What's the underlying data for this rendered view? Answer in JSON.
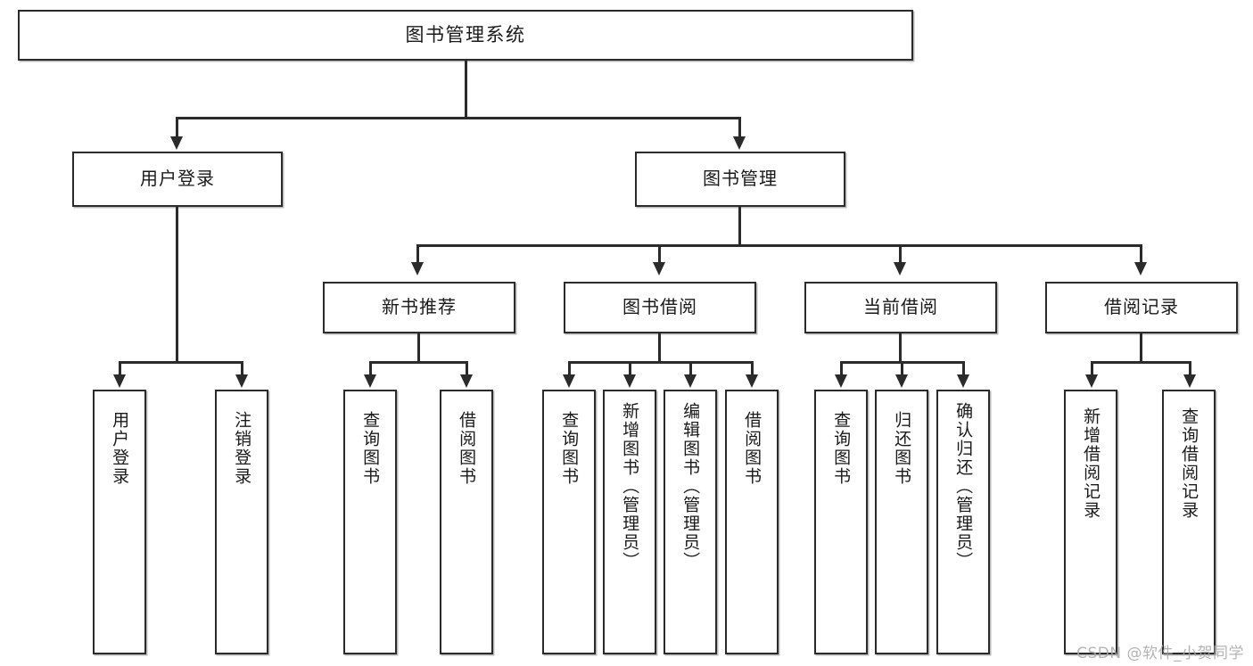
{
  "diagram": {
    "title": "图书管理系统",
    "watermark": "CSDN @软件_小贺同学",
    "root": {
      "id": "root",
      "label": "图书管理系统"
    },
    "level2": [
      {
        "id": "user-login",
        "label": "用户登录"
      },
      {
        "id": "book-manage",
        "label": "图书管理"
      }
    ],
    "level3": [
      {
        "id": "new-book-recommend",
        "label": "新书推荐",
        "parent": "book-manage"
      },
      {
        "id": "book-borrow",
        "label": "图书借阅",
        "parent": "book-manage"
      },
      {
        "id": "current-borrow",
        "label": "当前借阅",
        "parent": "book-manage"
      },
      {
        "id": "borrow-record",
        "label": "借阅记录",
        "parent": "book-manage"
      }
    ],
    "leaves": [
      {
        "id": "leaf-user-login",
        "label": "用户登录",
        "parent": "user-login"
      },
      {
        "id": "leaf-user-logout",
        "label": "注销登录",
        "parent": "user-login"
      },
      {
        "id": "leaf-query-book-1",
        "label": "查询图书",
        "parent": "new-book-recommend"
      },
      {
        "id": "leaf-borrow-book-1",
        "label": "借阅图书",
        "parent": "new-book-recommend"
      },
      {
        "id": "leaf-query-book-2",
        "label": "查询图书",
        "parent": "book-borrow"
      },
      {
        "id": "leaf-add-book",
        "label": "新增图书（管理员）",
        "parent": "book-borrow"
      },
      {
        "id": "leaf-edit-book",
        "label": "编辑图书（管理员）",
        "parent": "book-borrow"
      },
      {
        "id": "leaf-borrow-book-2",
        "label": "借阅图书",
        "parent": "book-borrow"
      },
      {
        "id": "leaf-query-book-3",
        "label": "查询图书",
        "parent": "current-borrow"
      },
      {
        "id": "leaf-return-book",
        "label": "归还图书",
        "parent": "current-borrow"
      },
      {
        "id": "leaf-confirm-return",
        "label": "确认归还（管理员）",
        "parent": "current-borrow"
      },
      {
        "id": "leaf-add-record",
        "label": "新增借阅记录",
        "parent": "borrow-record"
      },
      {
        "id": "leaf-query-record",
        "label": "查询借阅记录",
        "parent": "borrow-record"
      }
    ],
    "colors": {
      "stroke": "#2b2b2b",
      "fill": "#ffffff",
      "text": "#1a1a1a",
      "watermark": "#a8a8a8"
    }
  }
}
